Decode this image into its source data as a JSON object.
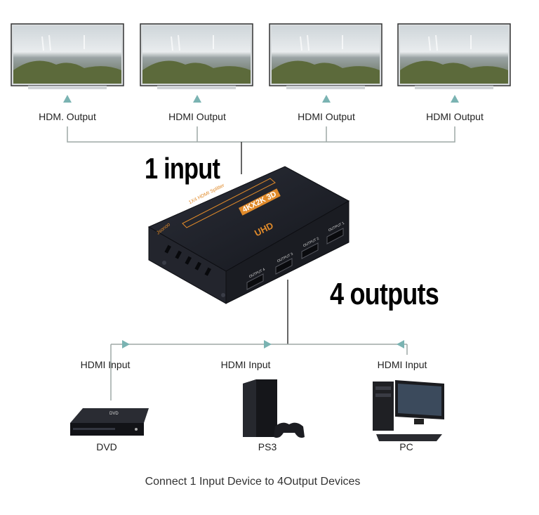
{
  "outputs": {
    "labels": [
      "HDM. Output",
      "HDMI Output",
      "HDMI Output",
      "HDMI Output"
    ]
  },
  "inputs": {
    "labels": [
      "HDMI Input",
      "HDMI Input",
      "HDMI Input"
    ]
  },
  "devices": {
    "labels": [
      "DVD",
      "PS3",
      "PC"
    ]
  },
  "headline_input": "1 input",
  "headline_outputs": "4 outputs",
  "splitter": {
    "brand": "Jsonoo",
    "model": "1X4 HDMI Splitter",
    "spec": "4KX2K 3D",
    "uhd": "UHD",
    "ports": [
      "OUTPUT 4",
      "OUTPUT 3",
      "OUTPUT 2",
      "OUTPUT 1"
    ]
  },
  "dvd_text": "DVD",
  "caption": "Connect 1 Input Device to 4Output Devices",
  "colors": {
    "line": "#9ea9a6",
    "arrow": "#7ab3b2",
    "box": "#1f2128",
    "accent": "#e08a2a"
  }
}
